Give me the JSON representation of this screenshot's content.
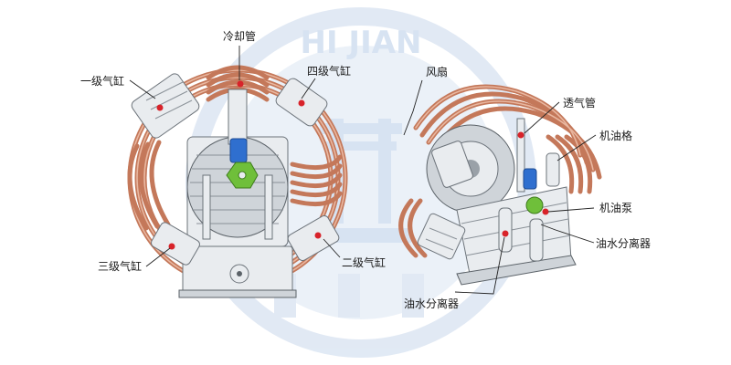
{
  "watermark": {
    "text": "HI JIAN",
    "color": "#b8cde8"
  },
  "colors": {
    "pipe": "#c4785a",
    "steel": "#e9ecef",
    "valve_blue": "#2f6fcf",
    "valve_green": "#6fbf3a",
    "marker_red": "#d8232a"
  },
  "labels": {
    "first_stage_cylinder": "一级气缸",
    "cooling_tube": "冷却管",
    "fourth_stage_cylinder": "四级气缸",
    "third_stage_cylinder": "三级气缸",
    "second_stage_cylinder": "二级气缸",
    "fan": "风扇",
    "breather_tube": "透气管",
    "oil_filter": "机油格",
    "oil_pump": "机油泵",
    "oil_water_separator_right": "油水分离器",
    "oil_water_separator_bottom": "油水分离器"
  }
}
